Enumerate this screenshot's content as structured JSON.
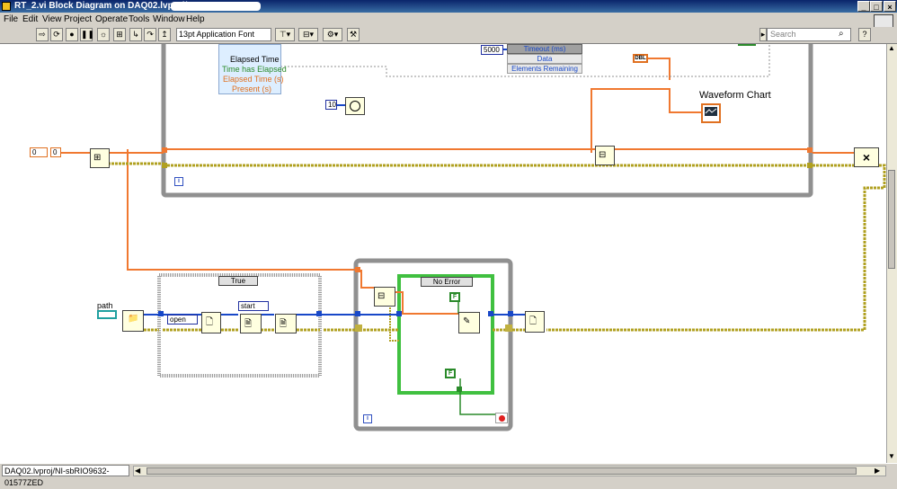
{
  "window": {
    "title": "RT_2.vi Block Diagram on DAQ02.lvproj/",
    "min": "_",
    "max": "□",
    "close": "×"
  },
  "menu": [
    "File",
    "Edit",
    "View",
    "Project",
    "Operate",
    "Tools",
    "Window",
    "Help"
  ],
  "toolbar": {
    "font": "13pt Application Font",
    "search_placeholder": "Search",
    "help": "?"
  },
  "status": {
    "target": "DAQ02.lvproj/NI-sbRIO9632-01577ZED"
  },
  "diagram": {
    "elapsed": {
      "title": "Elapsed Time",
      "items": [
        "Time has Elapsed",
        "Elapsed Time (s)",
        "Present (s)"
      ]
    },
    "dequeue": {
      "items": [
        "Timeout (ms)",
        "Data",
        "Elements Remaining"
      ],
      "timeout_const": "5000",
      "dbl": "DBL"
    },
    "chart_label": "Waveform Chart",
    "wait_const": "10",
    "queue_size_const": "0",
    "queue_size_init": "0",
    "path_label": "path",
    "case_true": "True",
    "open_enum": "open",
    "start_enum": "start",
    "case_noerror": "No Error",
    "bool_false1": "F",
    "bool_false2": "F",
    "loop_i1": "i",
    "loop_i2": "i"
  },
  "colors": {
    "orange_wire": "#f07830",
    "error_wire": "#b0a020",
    "blue_wire": "#1848c8",
    "loop_frame": "#909090",
    "case_frame": "#9a9a9a",
    "noerror_case": "#40c040"
  }
}
